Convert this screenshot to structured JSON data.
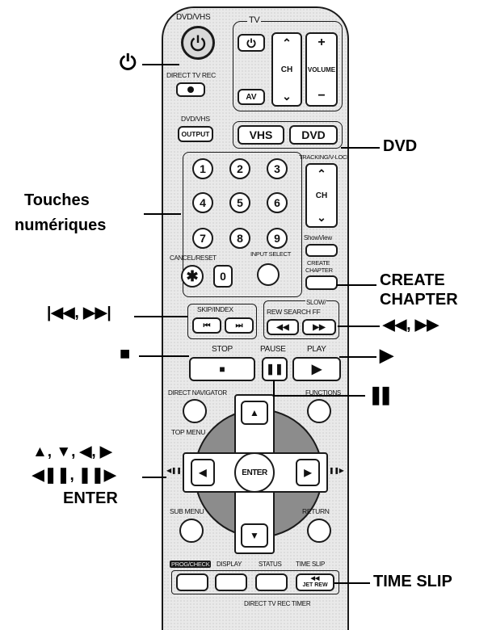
{
  "remote": {
    "power_label": "DVD/VHS",
    "tv_label": "TV",
    "ch_label": "CH",
    "volume_label": "VOLUME",
    "direct_tv_rec": "DIRECT TV REC",
    "av_label": "AV",
    "output_top": "DVD/VHS",
    "output_btn": "OUTPUT",
    "vhs_btn": "VHS",
    "dvd_btn": "DVD",
    "tracking_label": "TRACKING/V-LOCK",
    "digits": [
      "1",
      "2",
      "3",
      "4",
      "5",
      "6",
      "7",
      "8",
      "9",
      "0"
    ],
    "cancel_reset": "CANCEL/RESET",
    "showview": "ShowView",
    "input_select": "INPUT SELECT",
    "create_chapter_line1": "CREATE",
    "create_chapter_line2": "CHAPTER",
    "skip_index": "SKIP/INDEX",
    "slow_search": "SLOW/",
    "rew_search_ff": "REW  SEARCH  FF",
    "stop": "STOP",
    "pause": "PAUSE",
    "play": "PLAY",
    "direct_navigator": "DIRECT NAVIGATOR",
    "functions": "FUNCTIONS",
    "top_menu": "TOP MENU",
    "enter": "ENTER",
    "sub_menu": "SUB MENU",
    "return": "RETURN",
    "prog_check": "PROG/CHECK",
    "display": "DISPLAY",
    "status": "STATUS",
    "time_slip": "TIME SLIP",
    "jet_rew": "JET REW",
    "bottom_labels": "DIRECT TV REC   TIMER"
  },
  "annotations": {
    "power": "⏻",
    "dvd": "DVD",
    "touches": "Touches",
    "numeriques": "numériques",
    "create": "CREATE",
    "chapter": "CHAPTER",
    "skip": "|◀◀, ▶▶|",
    "search": "◀◀, ▶▶",
    "stop": "■",
    "play": "▶",
    "pause": "❚❚",
    "arrows": "▲, ▼, ◀, ▶",
    "slow": "◀❚❚, ❚❚▶",
    "enter": "ENTER",
    "time_slip": "TIME SLIP"
  }
}
